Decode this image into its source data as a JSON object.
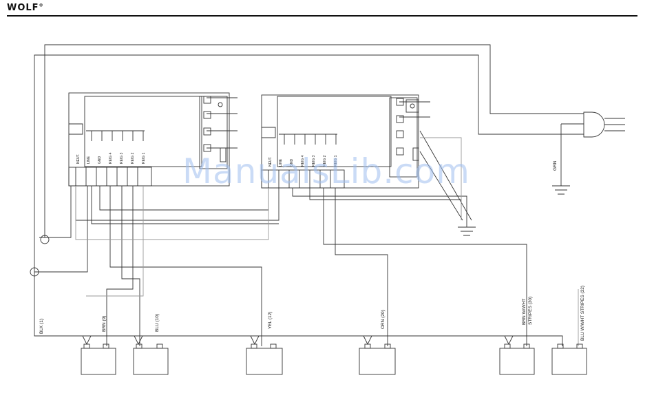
{
  "header": {
    "brand": "WOLF"
  },
  "watermark": "ManualsLib.com",
  "left_board": {
    "terminals": [
      "NEUT.",
      "LINE",
      "GND",
      "REIG 4",
      "REIG 3",
      "REIG 2",
      "REIG 1"
    ]
  },
  "right_board": {
    "terminals": [
      "NEUT.",
      "LINE",
      "GND",
      "REIG 4",
      "REIG 3",
      "REIG 2",
      "REIG 1"
    ]
  },
  "wires": {
    "blk": "BLK (1)",
    "brn": "BRN (9)",
    "blu": "BLU (10)",
    "yel": "YEL (12)",
    "orn": "ORN (20)",
    "brn_wht_1": "BRN W/WHT",
    "brn_wht_2": "STRIPES (30)",
    "blu_wht": "BLU W/WHT STRIPES (32)",
    "grn": "GRN"
  },
  "colors": {
    "line": "#333333",
    "light_line": "#9a9a9a",
    "watermark": "#9fbff0"
  }
}
